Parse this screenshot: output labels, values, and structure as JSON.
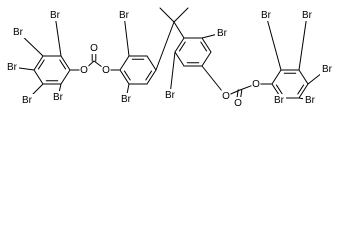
{
  "molecule": {
    "atom_labels": {
      "bromine": "Br",
      "oxygen": "O"
    },
    "counts": {
      "bromine": 14,
      "oxygen": 6
    },
    "colors": {
      "bond": "#000000",
      "background": "#ffffff",
      "text": "#000000"
    }
  }
}
